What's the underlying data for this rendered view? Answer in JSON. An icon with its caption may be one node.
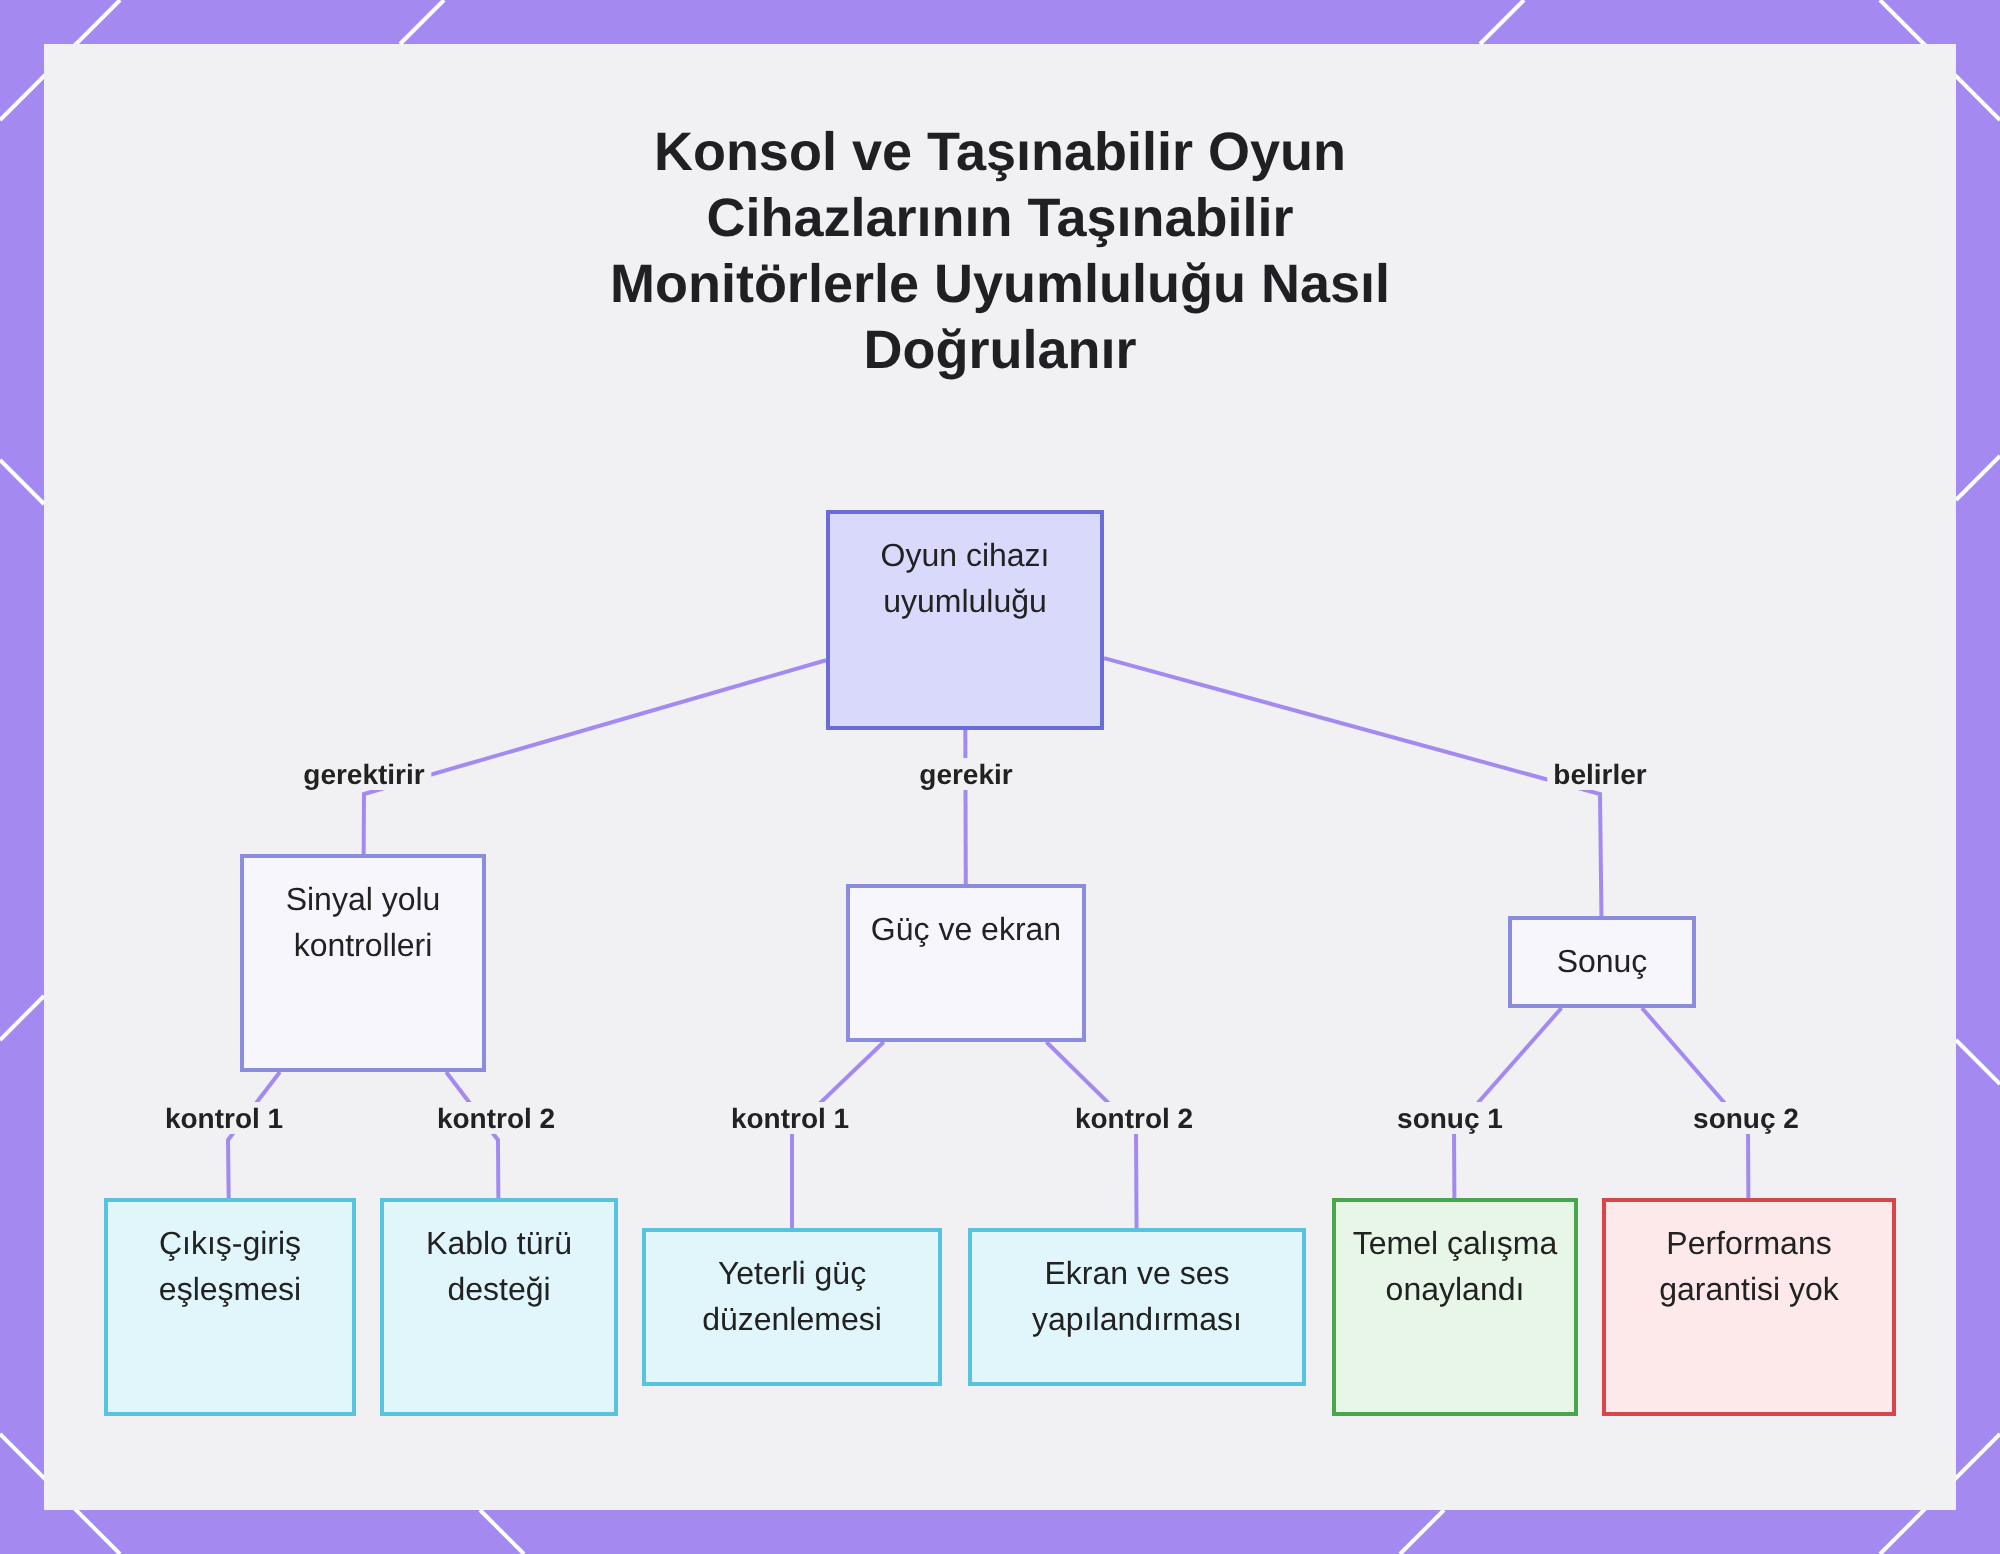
{
  "diagram": {
    "title": "Konsol ve Taşınabilir Oyun Cihazlarının Taşınabilir Monitörlerle Uyumluluğu Nasıl Doğrulanır",
    "nodes": [
      {
        "text": [
          "Oyun cihazı uyumluluğu"
        ]
      },
      {
        "text": [
          "Sinyal yolu kontrolleri"
        ]
      },
      {
        "text": [
          "Güç ve ekran"
        ]
      },
      {
        "text": [
          "Sonuç"
        ]
      },
      {
        "text": [
          "Çıkış-giriş eşleşmesi"
        ]
      },
      {
        "text": [
          "Kablo türü desteği"
        ]
      },
      {
        "text": [
          "Yeterli güç düzenlemesi"
        ]
      },
      {
        "text": [
          "Ekran ve ses yapılandırması"
        ]
      },
      {
        "text": [
          "Temel çalışma onaylandı"
        ]
      },
      {
        "text": [
          "Performans garantisi yok"
        ]
      }
    ],
    "edges": [
      {
        "from": 0,
        "to": 1,
        "arrow": "none",
        "label": "gerektirir"
      },
      {
        "from": 0,
        "to": 2,
        "arrow": "none",
        "label": "gerekir"
      },
      {
        "from": 0,
        "to": 3,
        "arrow": "none",
        "label": "belirler"
      },
      {
        "from": 1,
        "to": 4,
        "arrow": "none",
        "label": "kontrol 1"
      },
      {
        "from": 1,
        "to": 5,
        "arrow": "none",
        "label": "kontrol 2"
      },
      {
        "from": 2,
        "to": 6,
        "arrow": "none",
        "label": "kontrol 1"
      },
      {
        "from": 2,
        "to": 7,
        "arrow": "none",
        "label": "kontrol 2"
      },
      {
        "from": 3,
        "to": 8,
        "arrow": "none",
        "label": "sonuç 1"
      },
      {
        "from": 3,
        "to": 9,
        "arrow": "none",
        "label": "sonuç 2"
      }
    ]
  }
}
